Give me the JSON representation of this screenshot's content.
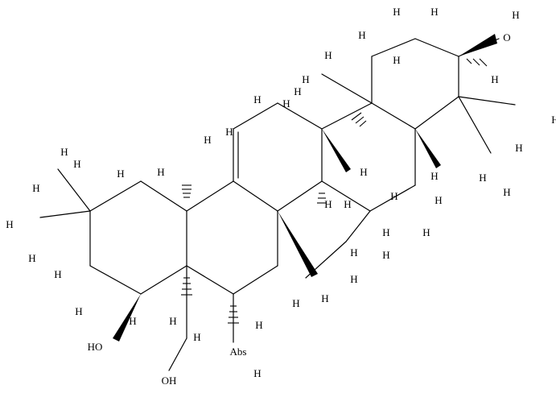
{
  "figure": {
    "type": "chemical-structure",
    "atom_labels": {
      "H": "H",
      "OH": "OH",
      "HO": "HO",
      "O": "O",
      "Abs": "Abs"
    }
  },
  "colors": {
    "ink": "#000000",
    "background": "#ffffff"
  }
}
